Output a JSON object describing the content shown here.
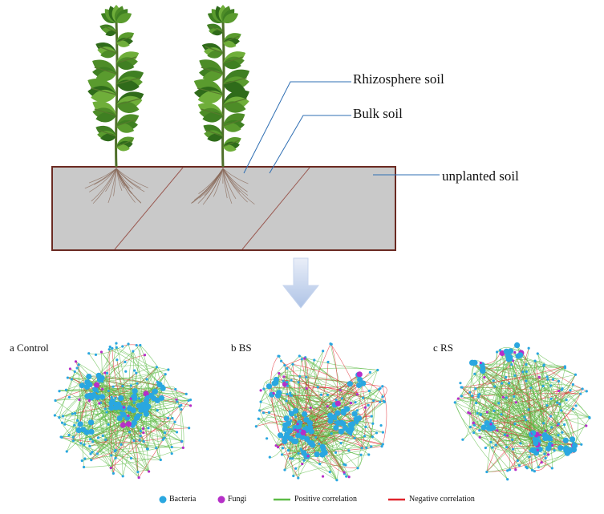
{
  "callouts": {
    "rhizosphere": "Rhizosphere soil",
    "bulk": "Bulk soil",
    "unplanted": "unplanted soil"
  },
  "panels": [
    {
      "label": "a Control"
    },
    {
      "label": "b BS"
    },
    {
      "label": "c RS"
    }
  ],
  "legend": {
    "bacteria": "Bacteria",
    "fungi": "Fungi",
    "positive": "Positive correlation",
    "negative": "Negative correlation"
  },
  "colors": {
    "bacteria": "#2aa7e0",
    "fungi": "#b62fc8",
    "positive": "#5dbb47",
    "negative": "#e0242c",
    "soil_fill": "#c9c9c9",
    "soil_border": "#6b2a22",
    "leader_line": "#2f6fb3",
    "arrow": "#c7d5ee"
  }
}
